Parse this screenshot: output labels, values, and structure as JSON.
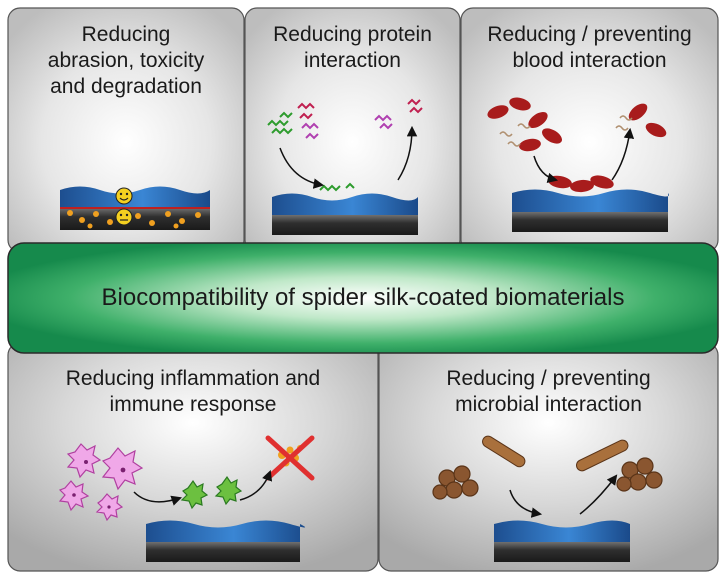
{
  "center": {
    "title": "Biocompatibility of spider silk-coated biomaterials"
  },
  "panels": [
    {
      "id": "abrasion",
      "lines": [
        "Reducing",
        "abrasion, toxicity",
        "and degradation"
      ]
    },
    {
      "id": "protein",
      "lines": [
        "Reducing protein",
        "interaction"
      ]
    },
    {
      "id": "blood",
      "lines": [
        "Reducing / preventing",
        "blood interaction"
      ]
    },
    {
      "id": "inflammation",
      "lines": [
        "Reducing inflammation and",
        "immune response"
      ]
    },
    {
      "id": "microbial",
      "lines": [
        "Reducing / preventing",
        "microbial interaction"
      ]
    }
  ],
  "colors": {
    "panel_gray": "#d9d9d9",
    "center_green": "#1f9a5a",
    "coating_blue": "#2a6fb8",
    "substrate_dark": "#3a3a3a",
    "blood_red": "#a81c1c",
    "cell_pink": "#e07ad0",
    "cell_green": "#55b830",
    "bacteria_brown": "#8a5630",
    "cross_red": "#e03030"
  }
}
